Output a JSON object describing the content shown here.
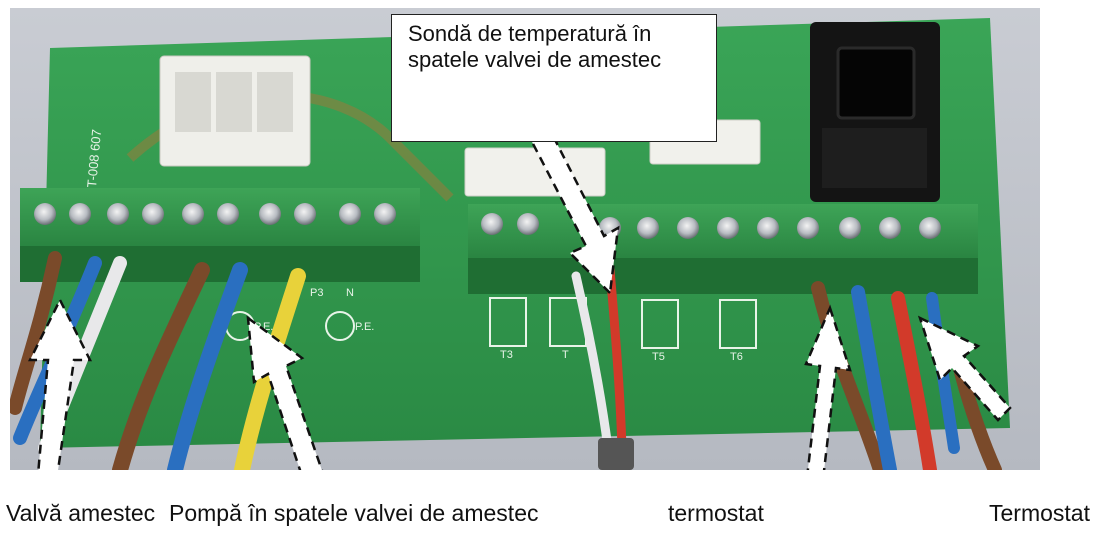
{
  "callout": {
    "text": "Sondă de temperatură în spatele valvei de amestec"
  },
  "captions": {
    "valve": "Valvă amestec",
    "pump": "Pompă în spatele valvei de amestec",
    "thermostat_1": "termostat",
    "thermostat_2": "Termostat"
  },
  "board": {
    "silkscreen_code": "T-008 607",
    "sensor_labels": [
      "T3",
      "T",
      "T5",
      "T6"
    ],
    "terminal_labels": [
      "P3",
      "N",
      "P.E.",
      "P.E."
    ]
  },
  "colors": {
    "pcb_green": "#2f9a4a",
    "terminal_green": "#2e8f45",
    "wire_brown": "#7a4a2a",
    "wire_blue": "#2a6fc0",
    "wire_yellow": "#e8d23a",
    "wire_white": "#e8e8ea",
    "wire_red": "#d23a2a",
    "connector_black": "#141414",
    "connector_white": "#f2f2ee"
  }
}
